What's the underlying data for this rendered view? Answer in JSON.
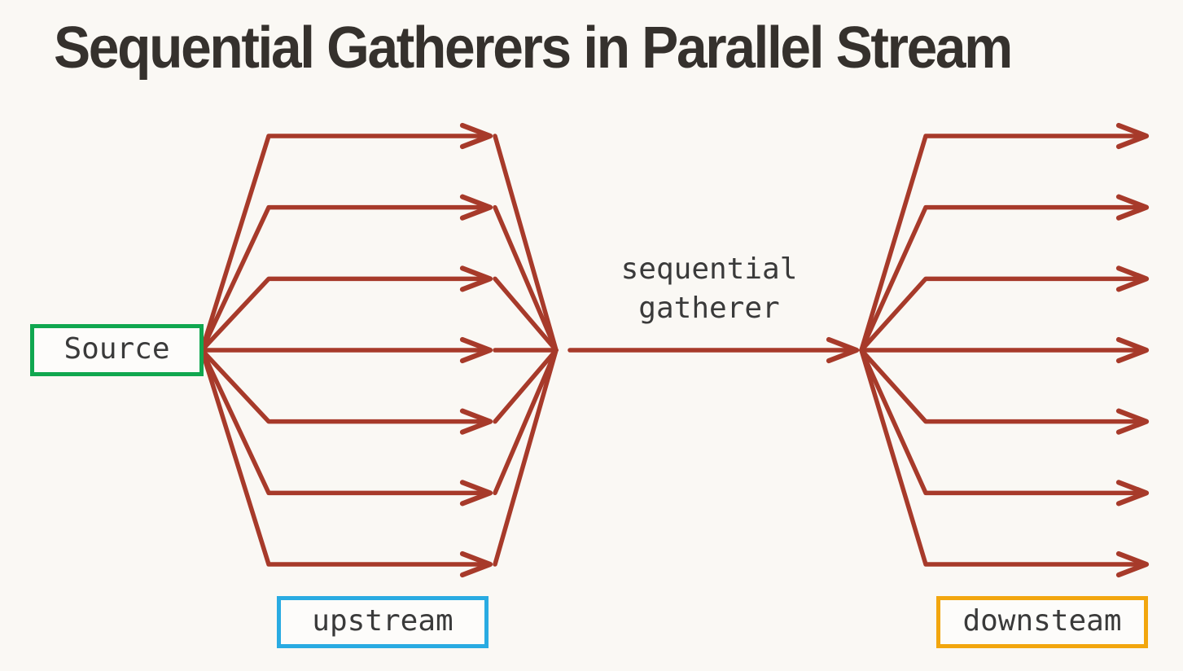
{
  "title": "Sequential Gatherers in Parallel Stream",
  "nodes": {
    "source": "Source",
    "upstream": "upstream",
    "downstream": "downsteam"
  },
  "annotations": {
    "gatherer": "sequential\ngatherer"
  },
  "diagram": {
    "lane_count": 7,
    "left_fan": "fan-out from Source to 7 parallel arrows converging to one point",
    "middle": "single arrow labelled sequential gatherer",
    "right_fan": "fan-out to 7 parallel arrows exiting right edge"
  },
  "colors": {
    "background": "#faf8f4",
    "arrow": "#a73a2a",
    "source_border": "#10a74f",
    "upstream_border": "#29abe2",
    "downstream_border": "#f2a60e",
    "title_text": "#35312d",
    "label_text": "#3a3a3a",
    "box_background": "#fdfcfa"
  }
}
